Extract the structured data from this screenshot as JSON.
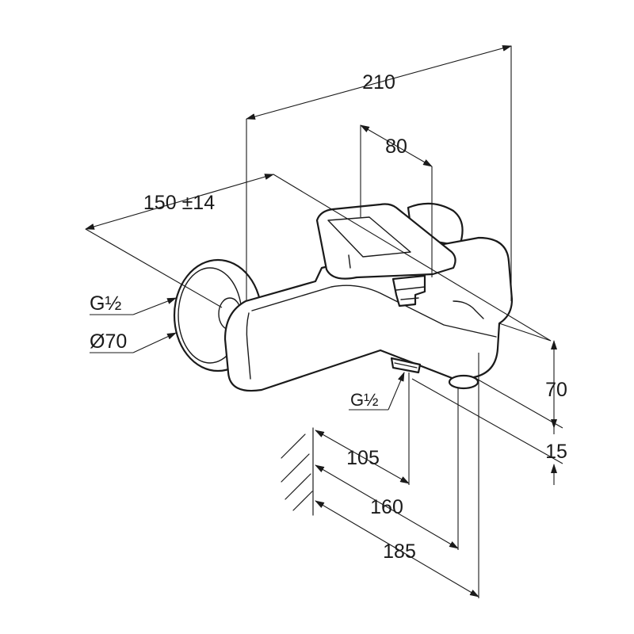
{
  "dimensions": {
    "width_total": "210",
    "lever": "80",
    "center_distance": "150 ±14",
    "connection_thread": "G½",
    "rosette_diameter": "Ø70",
    "outlet_thread": "G½",
    "height": "70",
    "outlet_offset": "15",
    "projection_outlet": "105",
    "projection_spout": "160",
    "projection_total": "185"
  },
  "colors": {
    "line": "#1a1a1a",
    "background": "#ffffff"
  }
}
